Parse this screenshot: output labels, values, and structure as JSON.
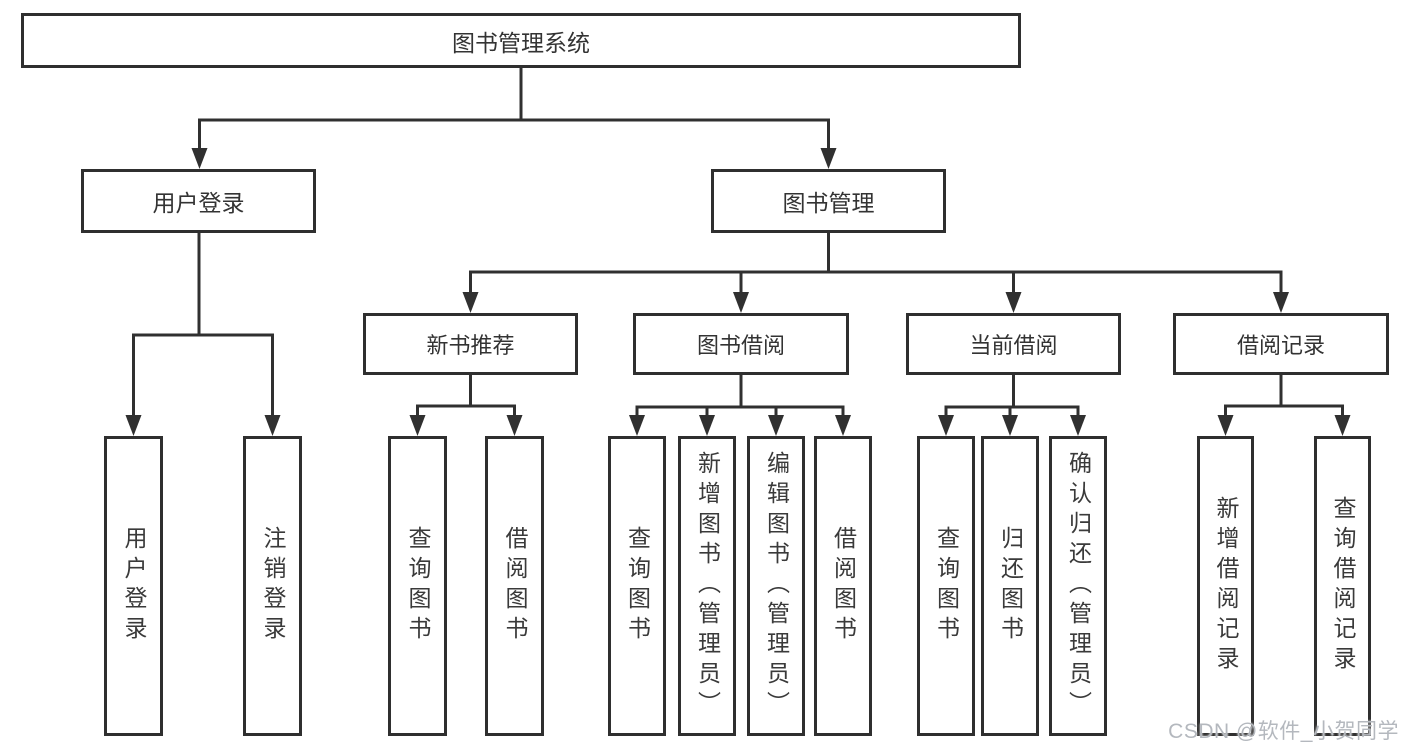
{
  "diagram": {
    "root": {
      "label": "图书管理系统"
    },
    "user_login": {
      "label": "用户登录",
      "children": [
        {
          "label": "用户登录"
        },
        {
          "label": "注销登录"
        }
      ]
    },
    "book_mgmt": {
      "label": "图书管理",
      "sections": [
        {
          "label": "新书推荐",
          "children": [
            {
              "label": "查询图书"
            },
            {
              "label": "借阅图书"
            }
          ]
        },
        {
          "label": "图书借阅",
          "children": [
            {
              "label": "查询图书"
            },
            {
              "label": "新增图书（管理员）"
            },
            {
              "label": "编辑图书（管理员）"
            },
            {
              "label": "借阅图书"
            }
          ]
        },
        {
          "label": "当前借阅",
          "children": [
            {
              "label": "查询图书"
            },
            {
              "label": "归还图书"
            },
            {
              "label": "确认归还（管理员）"
            }
          ]
        },
        {
          "label": "借阅记录",
          "children": [
            {
              "label": "新增借阅记录"
            },
            {
              "label": "查询借阅记录"
            }
          ]
        }
      ]
    }
  },
  "watermark": {
    "text": "CSDN @软件_小贺同学"
  },
  "colors": {
    "line": "#303030",
    "text": "#333333",
    "watermark": "#b4b8be",
    "background": "#ffffff"
  }
}
